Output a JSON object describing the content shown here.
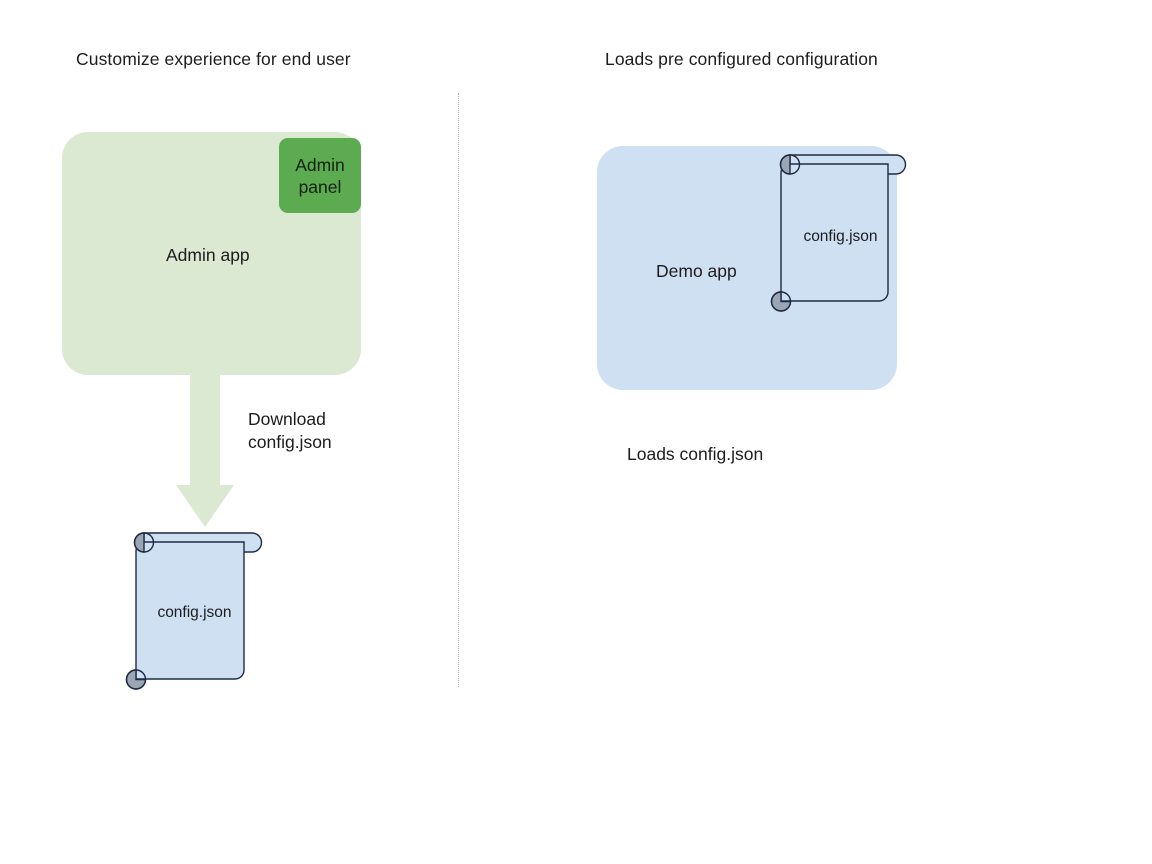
{
  "diagram": {
    "title_left": "Customize experience for end user",
    "title_right": "Loads pre configured configuration",
    "left": {
      "app_label": "Admin app",
      "panel_line1": "Admin",
      "panel_line2": "panel",
      "arrow_label_line1": "Download",
      "arrow_label_line2": "config.json",
      "document_label": "config.json",
      "arrow_icon": "down-arrow-icon",
      "document_icon": "scroll-document-icon"
    },
    "right": {
      "app_label": "Demo app",
      "document_label": "config.json",
      "caption": "Loads config.json",
      "document_icon": "scroll-document-icon"
    },
    "colors": {
      "green_app_fill": "#dbe9d2",
      "green_panel_fill": "#5cab50",
      "blue_app_fill": "#cfe0f3",
      "document_fill": "#cfe0f3",
      "document_stroke": "#1f2a44",
      "curl_fill": "#9aa6b4",
      "arrow_fill": "#dbe9d2",
      "divider": "#b3b3b3",
      "text": "#1c1c1c",
      "background": "#ffffff"
    }
  }
}
